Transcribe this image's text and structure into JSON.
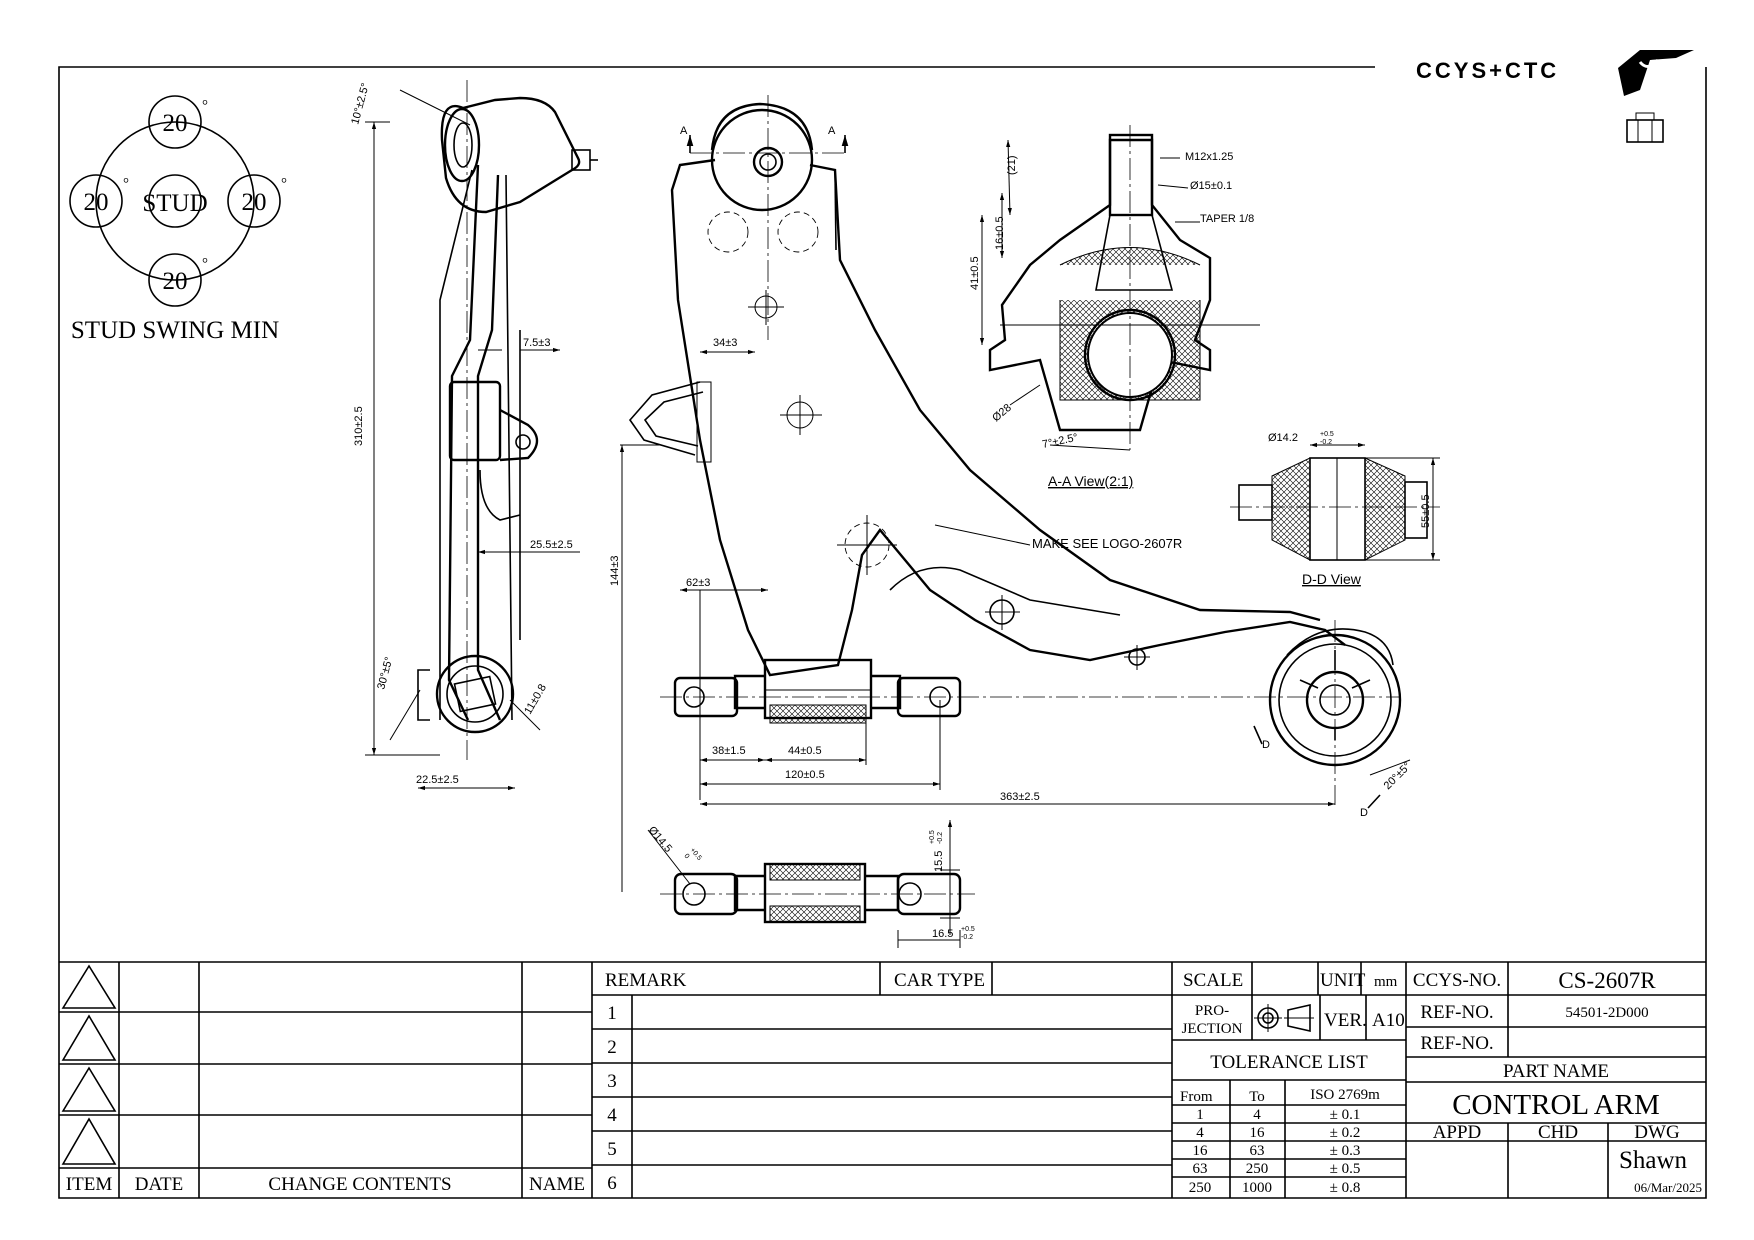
{
  "logo_text": "CCYS+CTC",
  "stud_diagram": {
    "top": "20",
    "left": "20",
    "right": "20",
    "bottom": "20",
    "degree": "°",
    "center": "STUD",
    "caption": "STUD SWING MIN"
  },
  "side_view": {
    "angle_top": "10°±2.5°",
    "length": "310±2.5",
    "offset_1": "7.5±3",
    "offset_2": "25.5±2.5",
    "angle_bottom": "30°±5°",
    "bush_width": "11±0.8",
    "bottom_offset": "22.5±2.5"
  },
  "main_view": {
    "section_mark": "A",
    "dim_34": "34±3",
    "dim_144": "144±3",
    "dim_62": "62±3",
    "dim_38": "38±1.5",
    "dim_44": "44±0.5",
    "dim_120": "120±0.5",
    "dim_363": "363±2.5",
    "angle_rear": "20°±5°",
    "section_d": "D",
    "make_note": "MAKE SEE LOGO-2607R"
  },
  "section_aa": {
    "thread": "M12x1.25",
    "dia_shank": "Ø15±0.1",
    "taper": "TAPER 1/8",
    "dim_21": "(21)",
    "dim_16": "16±0.5",
    "dim_41": "41±0.5",
    "dia_ball": "Ø28",
    "angle": "7°±2.5°",
    "title": "A-A View(2:1)"
  },
  "section_dd": {
    "dia": "Ø14.2",
    "dia_tol_upper": "+0.5",
    "dia_tol_lower": "-0.2",
    "height": "55±0.5",
    "title": "D-D View"
  },
  "bottom_bush": {
    "dia": "Ø14.5",
    "dia_tol_upper": "+0.5",
    "dia_tol_lower": "0",
    "height": "15.5",
    "height_tol_upper": "+0.5",
    "height_tol_lower": "-0.2",
    "width": "16.5",
    "width_tol_upper": "+0.5",
    "width_tol_lower": "-0.2"
  },
  "revision_table": {
    "headers": [
      "ITEM",
      "DATE",
      "CHANGE CONTENTS",
      "NAME"
    ]
  },
  "remark_table": {
    "remark_label": "REMARK",
    "car_type_label": "CAR TYPE",
    "rows": [
      "1",
      "2",
      "3",
      "4",
      "5",
      "6"
    ]
  },
  "title_block": {
    "scale_label": "SCALE",
    "unit_label": "UNIT",
    "unit_value": "mm",
    "projection_label_1": "PRO-",
    "projection_label_2": "JECTION",
    "ver_label": "VER.",
    "ver_value": "A10",
    "tolerance_title": "TOLERANCE LIST",
    "tolerance_headers": [
      "From",
      "To",
      "ISO 2769m"
    ],
    "tolerance_rows": [
      [
        "1",
        "4",
        "± 0.1"
      ],
      [
        "4",
        "16",
        "± 0.2"
      ],
      [
        "16",
        "63",
        "± 0.3"
      ],
      [
        "63",
        "250",
        "± 0.5"
      ],
      [
        "250",
        "1000",
        "± 0.8"
      ]
    ],
    "ccys_no_label": "CCYS-NO.",
    "ccys_no_value": "CS-2607R",
    "ref_no_label": "REF-NO.",
    "ref_no_value": "54501-2D000",
    "ref_no_label_2": "REF-NO.",
    "part_name_label": "PART NAME",
    "part_name_value": "CONTROL ARM",
    "appd_label": "APPD",
    "chd_label": "CHD",
    "dwg_label": "DWG",
    "drawer": "Shawn",
    "date": "06/Mar/2025"
  }
}
